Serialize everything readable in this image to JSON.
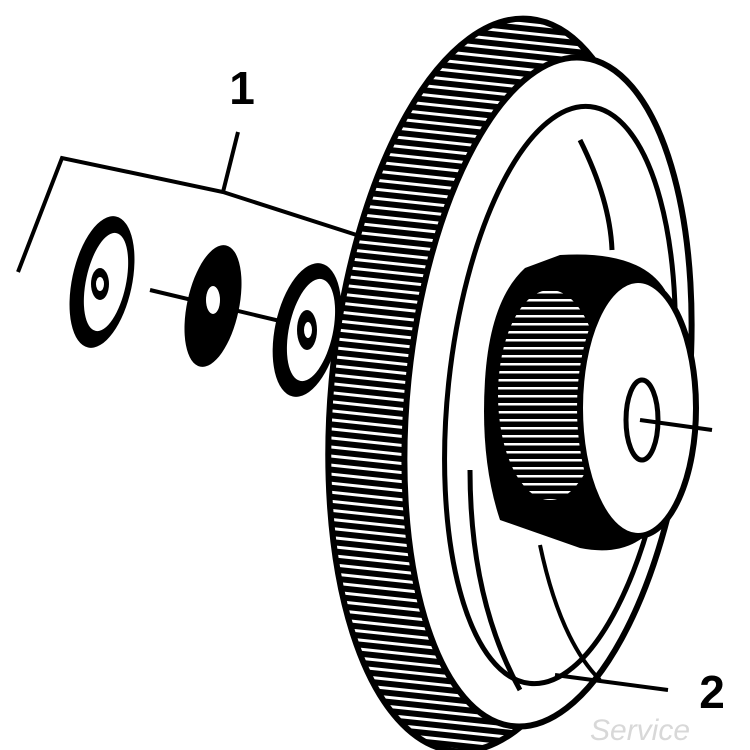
{
  "callouts": {
    "washer_set": "1",
    "gear": "2"
  },
  "watermark": "Service",
  "colors": {
    "ink": "#000000",
    "paper": "#ffffff",
    "watermark": "#d8d8d8"
  },
  "icons": {
    "washers": "washer-icon",
    "gear": "gear-wheel-icon"
  }
}
